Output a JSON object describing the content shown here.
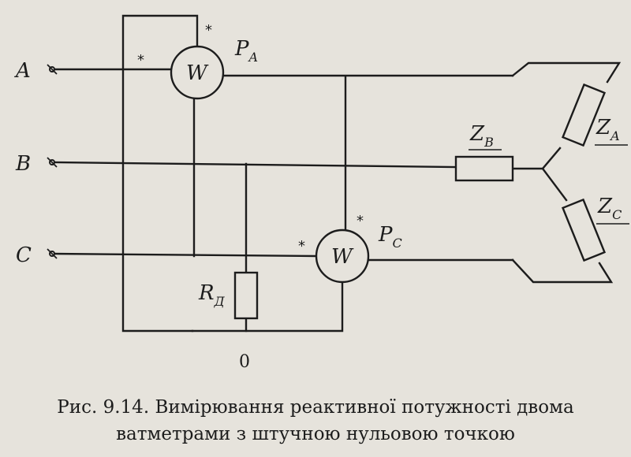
{
  "diagram": {
    "terminals": {
      "a": "A",
      "b": "B",
      "c": "C"
    },
    "wattmeter_a": {
      "symbol": "W",
      "label_main": "P",
      "label_sub": "A",
      "star_top": "*",
      "star_left": "*"
    },
    "wattmeter_c": {
      "symbol": "W",
      "label_main": "P",
      "label_sub": "C",
      "star_top": "*",
      "star_left": "*"
    },
    "resistor_d": {
      "label_main": "R",
      "label_sub": "Д"
    },
    "impedance_a": {
      "label_main": "Z",
      "label_sub": "A"
    },
    "impedance_b": {
      "label_main": "Z",
      "label_sub": "B"
    },
    "impedance_c": {
      "label_main": "Z",
      "label_sub": "C"
    },
    "null_point": "0"
  },
  "caption": {
    "line1": "Рис. 9.14. Вимірювання реактивної потужності двома",
    "line2": "ватметрами з штучною нульовою точкою"
  }
}
